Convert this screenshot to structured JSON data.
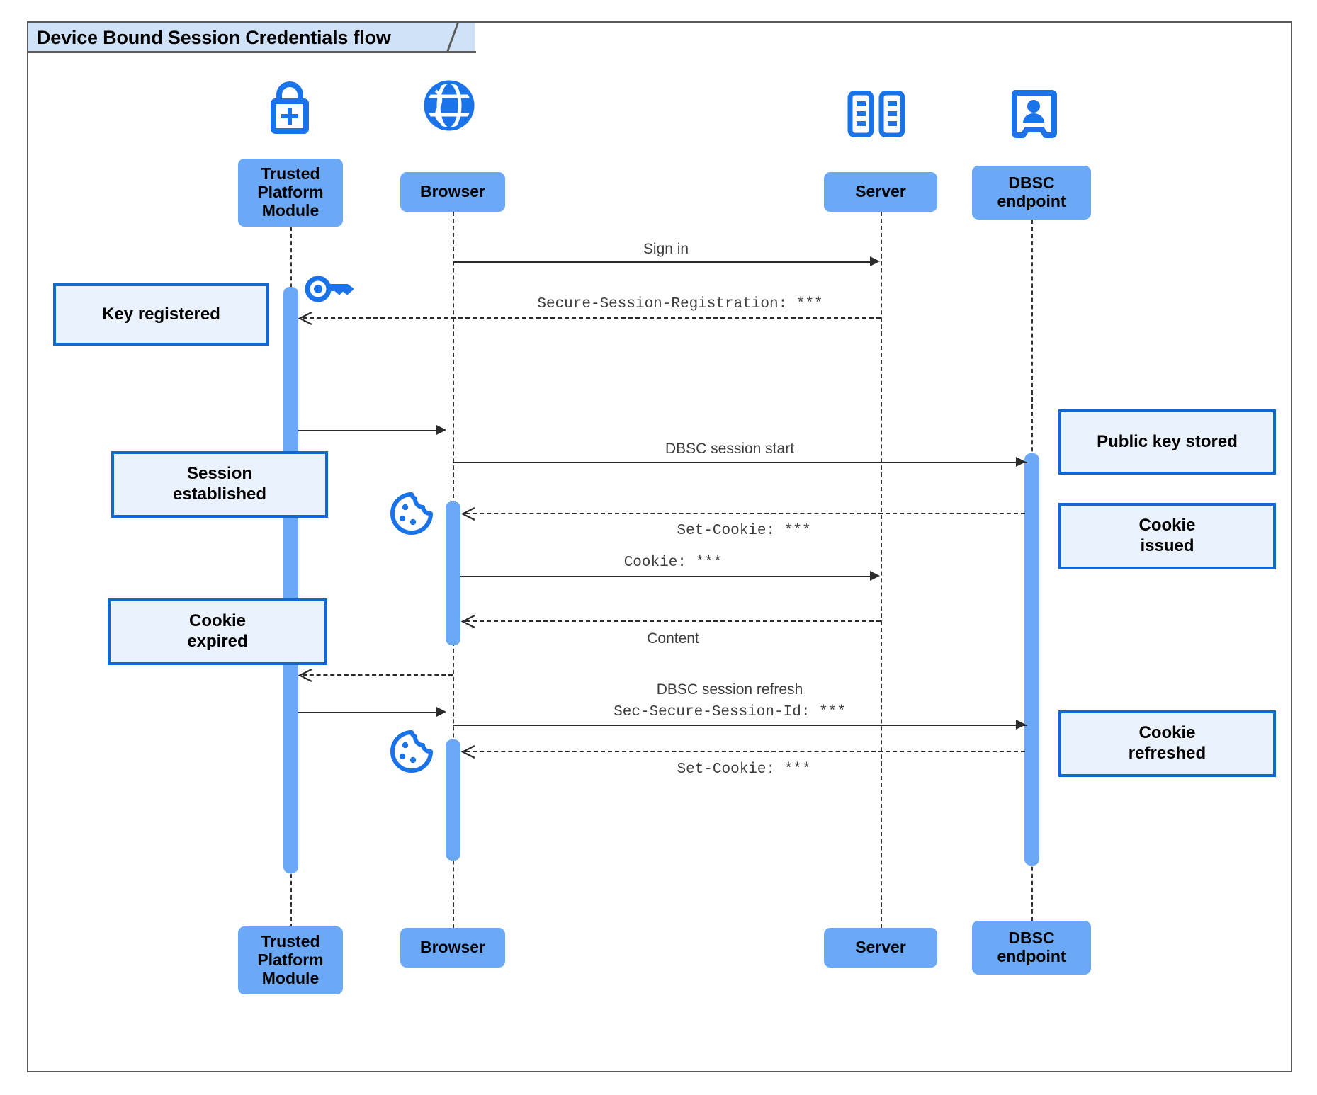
{
  "frame": {
    "title": "Device Bound Session Credentials flow"
  },
  "diagram": {
    "type": "uml-sequence-diagram",
    "accent_blue": "#1268d3",
    "participant_fill": "#6ba8f5",
    "note_fill": "#eaf2fd",
    "note_border": "#1268d3",
    "line_color": "#2b2b2b"
  },
  "participants": [
    {
      "id": "tpm",
      "label": "Trusted\nPlatform\nModule",
      "line1": "Trusted",
      "line2": "Platform",
      "line3": "Module",
      "icon": "lock-plus-icon"
    },
    {
      "id": "browser",
      "label": "Browser",
      "line1": "Browser",
      "icon": "globe-icon"
    },
    {
      "id": "server",
      "label": "Server",
      "line1": "Server",
      "icon": "server-rack-icon"
    },
    {
      "id": "dbsc",
      "label": "DBSC\nendpoint",
      "line1": "DBSC",
      "line2": "endpoint",
      "icon": "id-badge-icon"
    }
  ],
  "notes": [
    {
      "id": "key-registered",
      "line1": "Key registered",
      "line2": "",
      "side": "left-of-tpm"
    },
    {
      "id": "session-established",
      "line1": "Session",
      "line2": "established",
      "side": "left-of-tpm"
    },
    {
      "id": "cookie-expired",
      "line1": "Cookie",
      "line2": "expired",
      "side": "left-of-tpm"
    },
    {
      "id": "public-key-stored",
      "line1": "Public key stored",
      "line2": "",
      "side": "right-of-dbsc"
    },
    {
      "id": "cookie-issued",
      "line1": "Cookie",
      "line2": "issued",
      "side": "right-of-dbsc"
    },
    {
      "id": "cookie-refreshed",
      "line1": "Cookie",
      "line2": "refreshed",
      "side": "right-of-dbsc"
    }
  ],
  "messages": [
    {
      "id": "m1",
      "label": "Sign in",
      "label_font": "sans",
      "from": "browser",
      "to": "server",
      "style": "solid"
    },
    {
      "id": "m2",
      "label": "Secure-Session-Registration: ***",
      "label_font": "mono",
      "from": "server",
      "to": "tpm",
      "style": "dashed"
    },
    {
      "id": "m3",
      "label": "",
      "label_font": "sans",
      "from": "tpm",
      "to": "browser",
      "style": "solid"
    },
    {
      "id": "m4",
      "label": "DBSC session start",
      "label_font": "sans",
      "from": "browser",
      "to": "dbsc",
      "style": "solid"
    },
    {
      "id": "m5",
      "label": "Set-Cookie: ***",
      "label_font": "mono",
      "from": "dbsc",
      "to": "browser",
      "style": "dashed"
    },
    {
      "id": "m6",
      "label": "Cookie: ***",
      "label_font": "mono",
      "from": "browser",
      "to": "server",
      "style": "solid"
    },
    {
      "id": "m7",
      "label": "Content",
      "label_font": "sans",
      "from": "server",
      "to": "browser",
      "style": "dashed"
    },
    {
      "id": "m8",
      "label": "",
      "label_font": "sans",
      "from": "browser",
      "to": "tpm",
      "style": "dashed"
    },
    {
      "id": "m9",
      "label": "",
      "label_font": "sans",
      "from": "tpm",
      "to": "browser",
      "style": "solid"
    },
    {
      "id": "m10",
      "label_line1": "DBSC session refresh",
      "label_line1_font": "sans",
      "label_line2": "Sec-Secure-Session-Id: ***",
      "label_line2_font": "mono",
      "from": "browser",
      "to": "dbsc",
      "style": "solid"
    },
    {
      "id": "m11",
      "label": "Set-Cookie: ***",
      "label_font": "mono",
      "from": "dbsc",
      "to": "browser",
      "style": "dashed"
    }
  ],
  "inline_icons": [
    {
      "id": "key-icon-tpm",
      "name": "key-icon",
      "near": "tpm-lifeline"
    },
    {
      "id": "cookie-icon-browser1",
      "name": "cookie-icon",
      "near": "browser-lifeline"
    },
    {
      "id": "cookie-icon-browser2",
      "name": "cookie-icon",
      "near": "browser-lifeline"
    }
  ]
}
